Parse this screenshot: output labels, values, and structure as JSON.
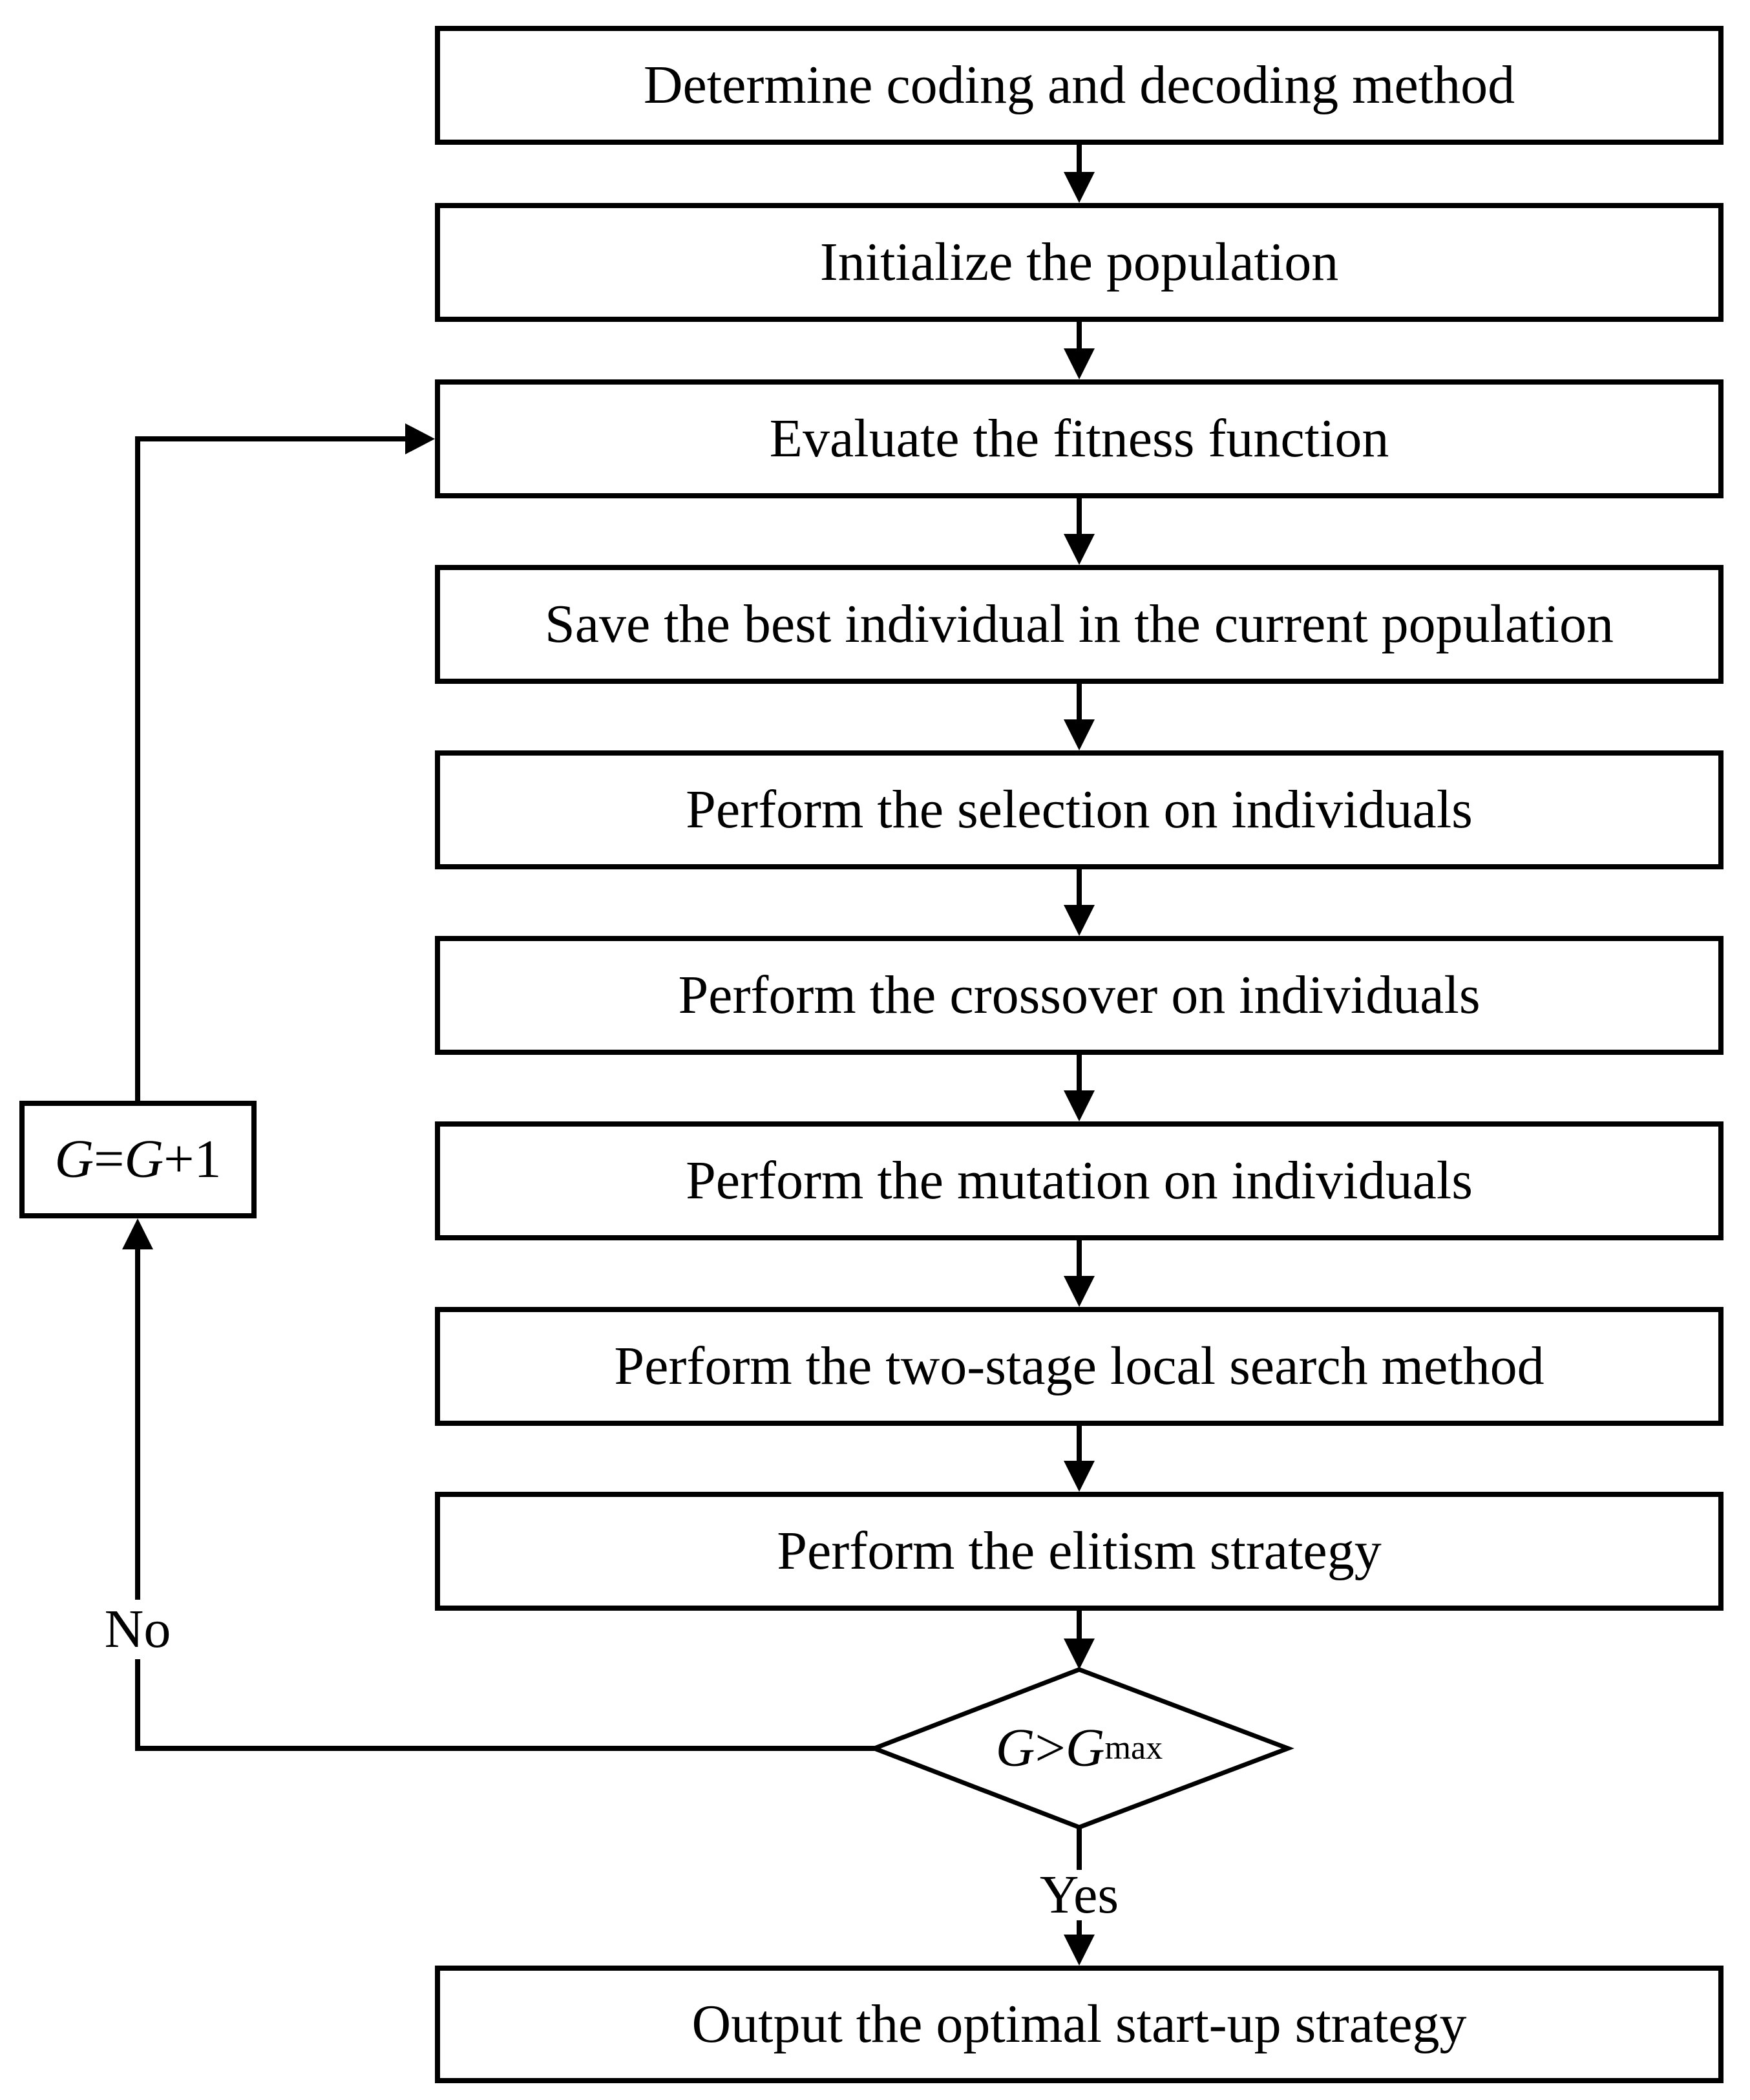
{
  "flowchart": {
    "steps": [
      "Determine coding and decoding method",
      "Initialize the population",
      "Evaluate the fitness function",
      "Save the best individual in the current population",
      "Perform the selection on individuals",
      "Perform the crossover on individuals",
      "Perform the mutation on individuals",
      "Perform the two-stage local search method",
      "Perform the elitism strategy",
      "Output the optimal start-up strategy"
    ],
    "decision": {
      "lhs": "G",
      "op": " > ",
      "rhs": "G",
      "rhs_sub": "max"
    },
    "counter": {
      "lhs": "G",
      "eq": " = ",
      "rhs": "G",
      "inc": " +1"
    },
    "branch_labels": {
      "yes": "Yes",
      "no": "No"
    }
  },
  "colors": {
    "line": "#000000",
    "box_fill": "#ffffff",
    "text": "#000000"
  }
}
